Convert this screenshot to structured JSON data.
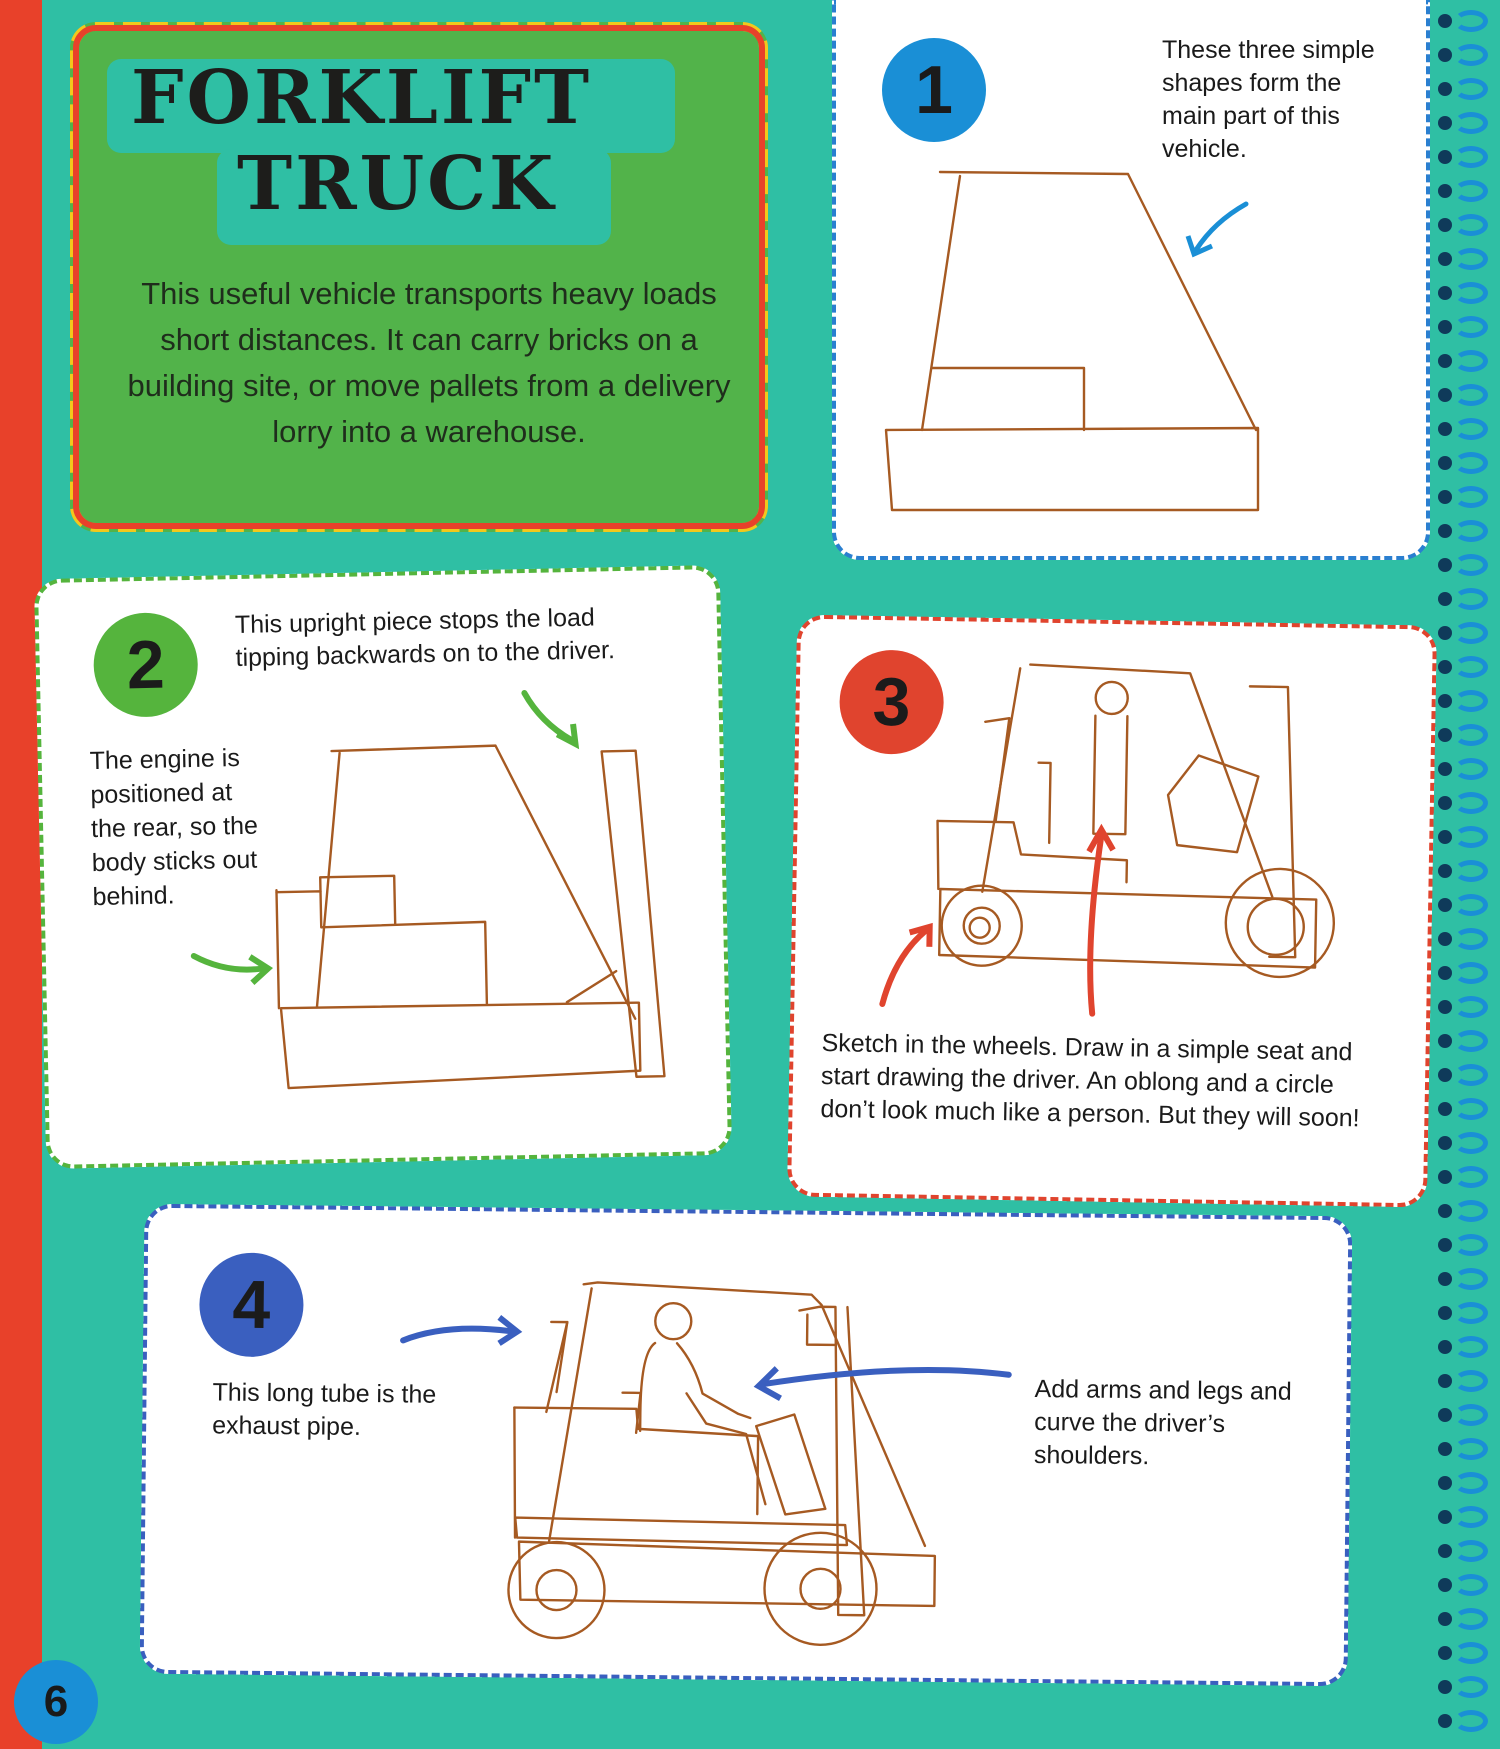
{
  "title": {
    "line1": "FORKLIFT",
    "line2": "TRUCK",
    "intro": "This useful vehicle transports heavy loads short distances. It can carry bricks on a building site, or move pallets from a delivery lorry into a warehouse."
  },
  "steps": [
    {
      "number": "1",
      "note": "These three simple shapes form the main part of this vehicle."
    },
    {
      "number": "2",
      "note_top": "This upright piece stops the load tipping backwards on to the driver.",
      "note_left": "The engine is positioned at the rear, so the body sticks out behind."
    },
    {
      "number": "3",
      "note": "Sketch in the wheels. Draw in a simple seat and start drawing the driver. An oblong and a circle don’t look much like a person. But they will soon!"
    },
    {
      "number": "4",
      "note_left": "This long tube is the exhaust pipe.",
      "note_right": "Add arms and legs and curve the driver’s shoulders."
    }
  ],
  "page_number": "6",
  "colors": {
    "background_red": "#e8412a",
    "page_teal": "#2fbfa4",
    "title_green": "#52b34a",
    "step1_blue": "#1a8fd6",
    "step2_green": "#55b43d",
    "step3_red": "#e0442e",
    "step4_blue": "#3a5fbf",
    "sketch_brown": "#a65a22"
  }
}
